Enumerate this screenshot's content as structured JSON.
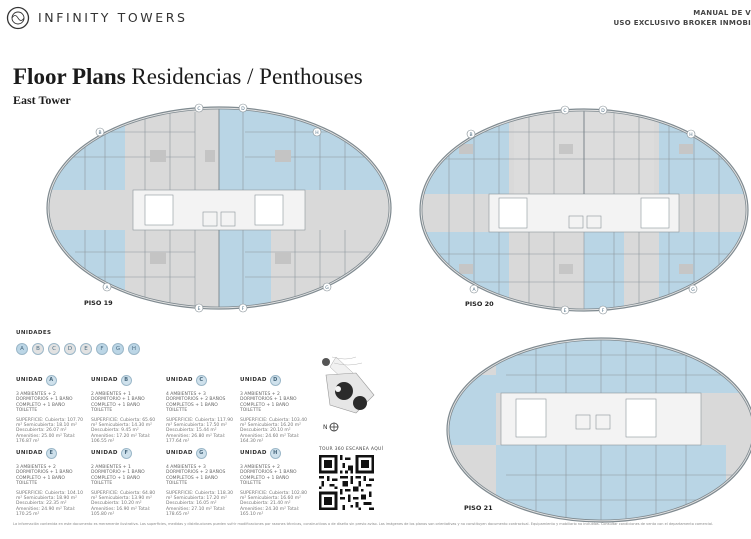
{
  "header": {
    "brand": "INFINITY TOWERS",
    "right_line1": "MANUAL DE V",
    "right_line2": "USO EXCLUSIVO BROKER INMOBI"
  },
  "title": {
    "bold": "Floor Plans",
    "regular": " Residencias / Penthouses",
    "subtitle": "East Tower"
  },
  "plans": [
    {
      "label": "PISO 19"
    },
    {
      "label": "PISO 20"
    },
    {
      "label": "PISO 21"
    }
  ],
  "unit_letters": [
    "A",
    "B",
    "C",
    "D",
    "E",
    "F",
    "G",
    "H"
  ],
  "legend": {
    "title": "UNIDADES",
    "items": [
      "A",
      "B",
      "C",
      "D",
      "E",
      "F",
      "G",
      "H"
    ]
  },
  "units": [
    {
      "heading": "UNIDAD",
      "letter": "A",
      "desc": "3 AMBIENTES + 2 DORMITORIOS + 1 BAÑO COMPLETO + 1 BAÑO TOILETTE",
      "specs": "SUPERFICIE: Cubierta: 107.70 m² Semicubierta: 18.10 m² Descubierta: 26.07 m² Amenities: 25.00 m² Total: 176.87 m²"
    },
    {
      "heading": "UNIDAD",
      "letter": "B",
      "desc": "2 AMBIENTES + 1 DORMITORIO + 1 BAÑO COMPLETO + 1 BAÑO TOILETTE",
      "specs": "SUPERFICIE: Cubierta: 65.60 m² Semicubierta: 14.30 m² Descubierta: 9.45 m² Amenities: 17.20 m² Total: 106.55 m²"
    },
    {
      "heading": "UNIDAD",
      "letter": "C",
      "desc": "4 AMBIENTES + 3 DORMITORIOS + 2 BAÑOS COMPLETOS + 1 BAÑO TOILETTE",
      "specs": "SUPERFICIE: Cubierta: 117.90 m² Semicubierta: 17.50 m² Descubierta: 15.44 m² Amenities: 26.80 m² Total: 177.64 m²"
    },
    {
      "heading": "UNIDAD",
      "letter": "D",
      "desc": "3 AMBIENTES + 2 DORMITORIOS + 1 BAÑO COMPLETO + 1 BAÑO TOILETTE",
      "specs": "SUPERFICIE: Cubierta: 103.40 m² Semicubierta: 16.20 m² Descubierta: 20.10 m² Amenities: 24.60 m² Total: 164.30 m²"
    },
    {
      "heading": "UNIDAD",
      "letter": "E",
      "desc": "3 AMBIENTES + 2 DORMITORIOS + 1 BAÑO COMPLETO + 1 BAÑO TOILETTE",
      "specs": "SUPERFICIE: Cubierta: 104.10 m² Semicubierta: 18.90 m² Descubierta: 22.35 m² Amenities: 24.90 m² Total: 170.25 m²"
    },
    {
      "heading": "UNIDAD",
      "letter": "F",
      "desc": "2 AMBIENTES + 1 DORMITORIO + 1 BAÑO COMPLETO + 1 BAÑO TOILETTE",
      "specs": "SUPERFICIE: Cubierta: 64.80 m² Semicubierta: 13.90 m² Descubierta: 10.20 m² Amenities: 16.90 m² Total: 105.80 m²"
    },
    {
      "heading": "UNIDAD",
      "letter": "G",
      "desc": "4 AMBIENTES + 3 DORMITORIOS + 2 BAÑOS COMPLETOS + 1 BAÑO TOILETTE",
      "specs": "SUPERFICIE: Cubierta: 118.30 m² Semicubierta: 17.20 m² Descubierta: 16.05 m² Amenities: 27.10 m² Total: 178.65 m²"
    },
    {
      "heading": "UNIDAD",
      "letter": "H",
      "desc": "3 AMBIENTES + 2 DORMITORIOS + 1 BAÑO COMPLETO + 1 BAÑO TOILETTE",
      "specs": "SUPERFICIE: Cubierta: 102.80 m² Semicubierta: 16.60 m² Descubierta: 21.40 m² Amenities: 24.30 m² Total: 165.10 m²"
    }
  ],
  "north_label": "N",
  "qr_label": "TOUR 360 ESCANEA AQUÍ",
  "footnote": "La información contenida en este documento es meramente ilustrativa. Las superficies, medidas y distribuciones pueden sufrir modificaciones por razones técnicas, constructivas o de diseño sin previo aviso. Las imágenes de los planos son orientativas y no constituyen documento contractual. Equipamiento y mobiliario no incluidos. Consultar condiciones de venta con el departamento comercial.",
  "colors": {
    "blue_unit": "#b9d5e5",
    "grey_unit": "#d9d9d9",
    "core": "#f3f3f3",
    "outline": "#7f8a90"
  }
}
